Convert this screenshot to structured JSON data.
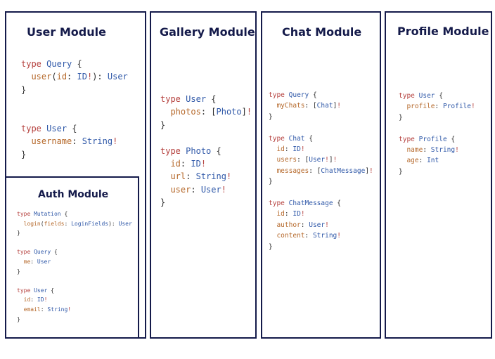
{
  "colors": {
    "border": "#141a4a",
    "title": "#141a4a",
    "keyword": "#b5413e",
    "type_name": "#2f58a8",
    "field": "#b5682a",
    "punctuation": "#2e2e2e",
    "marker": "#b5413e"
  },
  "modules": [
    {
      "title": "User Module",
      "lines": [
        [
          {
            "t": "kw",
            "v": "type"
          },
          {
            "t": "p",
            "v": " "
          },
          {
            "t": "ty",
            "v": "Query"
          },
          {
            "t": "p",
            "v": " {"
          }
        ],
        [
          {
            "t": "p",
            "v": "  "
          },
          {
            "t": "f",
            "v": "user"
          },
          {
            "t": "p",
            "v": "("
          },
          {
            "t": "f",
            "v": "id"
          },
          {
            "t": "p",
            "v": ": "
          },
          {
            "t": "ty",
            "v": "ID"
          },
          {
            "t": "m",
            "v": "!"
          },
          {
            "t": "p",
            "v": "): "
          },
          {
            "t": "ty",
            "v": "User"
          }
        ],
        [
          {
            "t": "p",
            "v": "}"
          }
        ],
        [
          {
            "t": "p",
            "v": " "
          }
        ],
        [
          {
            "t": "p",
            "v": " "
          }
        ],
        [
          {
            "t": "kw",
            "v": "type"
          },
          {
            "t": "p",
            "v": " "
          },
          {
            "t": "ty",
            "v": "User"
          },
          {
            "t": "p",
            "v": " {"
          }
        ],
        [
          {
            "t": "p",
            "v": "  "
          },
          {
            "t": "f",
            "v": "username"
          },
          {
            "t": "p",
            "v": ": "
          },
          {
            "t": "ty",
            "v": "String"
          },
          {
            "t": "m",
            "v": "!"
          }
        ],
        [
          {
            "t": "p",
            "v": "}"
          }
        ]
      ]
    },
    {
      "title": "Auth Module",
      "lines": [
        [
          {
            "t": "kw",
            "v": "type"
          },
          {
            "t": "p",
            "v": " "
          },
          {
            "t": "ty",
            "v": "Mutation"
          },
          {
            "t": "p",
            "v": " {"
          }
        ],
        [
          {
            "t": "p",
            "v": "  "
          },
          {
            "t": "f",
            "v": "login"
          },
          {
            "t": "p",
            "v": "("
          },
          {
            "t": "f",
            "v": "fields"
          },
          {
            "t": "p",
            "v": ": "
          },
          {
            "t": "ty",
            "v": "LoginFields"
          },
          {
            "t": "p",
            "v": "): "
          },
          {
            "t": "ty",
            "v": "User"
          }
        ],
        [
          {
            "t": "p",
            "v": "}"
          }
        ],
        [
          {
            "t": "p",
            "v": " "
          }
        ],
        [
          {
            "t": "kw",
            "v": "type"
          },
          {
            "t": "p",
            "v": " "
          },
          {
            "t": "ty",
            "v": "Query"
          },
          {
            "t": "p",
            "v": " {"
          }
        ],
        [
          {
            "t": "p",
            "v": "  "
          },
          {
            "t": "f",
            "v": "me"
          },
          {
            "t": "p",
            "v": ": "
          },
          {
            "t": "ty",
            "v": "User"
          }
        ],
        [
          {
            "t": "p",
            "v": "}"
          }
        ],
        [
          {
            "t": "p",
            "v": " "
          }
        ],
        [
          {
            "t": "kw",
            "v": "type"
          },
          {
            "t": "p",
            "v": " "
          },
          {
            "t": "ty",
            "v": "User"
          },
          {
            "t": "p",
            "v": " {"
          }
        ],
        [
          {
            "t": "p",
            "v": "  "
          },
          {
            "t": "f",
            "v": "id"
          },
          {
            "t": "p",
            "v": ": "
          },
          {
            "t": "ty",
            "v": "ID"
          },
          {
            "t": "m",
            "v": "!"
          }
        ],
        [
          {
            "t": "p",
            "v": "  "
          },
          {
            "t": "f",
            "v": "email"
          },
          {
            "t": "p",
            "v": ": "
          },
          {
            "t": "ty",
            "v": "String"
          },
          {
            "t": "m",
            "v": "!"
          }
        ],
        [
          {
            "t": "p",
            "v": "}"
          }
        ]
      ]
    },
    {
      "title": "Gallery Module",
      "lines": [
        [
          {
            "t": "kw",
            "v": "type"
          },
          {
            "t": "p",
            "v": " "
          },
          {
            "t": "ty",
            "v": "User"
          },
          {
            "t": "p",
            "v": " {"
          }
        ],
        [
          {
            "t": "p",
            "v": "  "
          },
          {
            "t": "f",
            "v": "photos"
          },
          {
            "t": "p",
            "v": ": ["
          },
          {
            "t": "ty",
            "v": "Photo"
          },
          {
            "t": "p",
            "v": "]"
          },
          {
            "t": "m",
            "v": "!"
          }
        ],
        [
          {
            "t": "p",
            "v": "}"
          }
        ],
        [
          {
            "t": "p",
            "v": " "
          }
        ],
        [
          {
            "t": "kw",
            "v": "type"
          },
          {
            "t": "p",
            "v": " "
          },
          {
            "t": "ty",
            "v": "Photo"
          },
          {
            "t": "p",
            "v": " {"
          }
        ],
        [
          {
            "t": "p",
            "v": "  "
          },
          {
            "t": "f",
            "v": "id"
          },
          {
            "t": "p",
            "v": ": "
          },
          {
            "t": "ty",
            "v": "ID"
          },
          {
            "t": "m",
            "v": "!"
          }
        ],
        [
          {
            "t": "p",
            "v": "  "
          },
          {
            "t": "f",
            "v": "url"
          },
          {
            "t": "p",
            "v": ": "
          },
          {
            "t": "ty",
            "v": "String"
          },
          {
            "t": "m",
            "v": "!"
          }
        ],
        [
          {
            "t": "p",
            "v": "  "
          },
          {
            "t": "f",
            "v": "user"
          },
          {
            "t": "p",
            "v": ": "
          },
          {
            "t": "ty",
            "v": "User"
          },
          {
            "t": "m",
            "v": "!"
          }
        ],
        [
          {
            "t": "p",
            "v": "}"
          }
        ]
      ]
    },
    {
      "title": "Chat Module",
      "lines": [
        [
          {
            "t": "kw",
            "v": "type"
          },
          {
            "t": "p",
            "v": " "
          },
          {
            "t": "ty",
            "v": "Query"
          },
          {
            "t": "p",
            "v": " {"
          }
        ],
        [
          {
            "t": "p",
            "v": "  "
          },
          {
            "t": "f",
            "v": "myChats"
          },
          {
            "t": "p",
            "v": ": ["
          },
          {
            "t": "ty",
            "v": "Chat"
          },
          {
            "t": "p",
            "v": "]"
          },
          {
            "t": "m",
            "v": "!"
          }
        ],
        [
          {
            "t": "p",
            "v": "}"
          }
        ],
        [
          {
            "t": "p",
            "v": " "
          }
        ],
        [
          {
            "t": "kw",
            "v": "type"
          },
          {
            "t": "p",
            "v": " "
          },
          {
            "t": "ty",
            "v": "Chat"
          },
          {
            "t": "p",
            "v": " {"
          }
        ],
        [
          {
            "t": "p",
            "v": "  "
          },
          {
            "t": "f",
            "v": "id"
          },
          {
            "t": "p",
            "v": ": "
          },
          {
            "t": "ty",
            "v": "ID"
          },
          {
            "t": "m",
            "v": "!"
          }
        ],
        [
          {
            "t": "p",
            "v": "  "
          },
          {
            "t": "f",
            "v": "users"
          },
          {
            "t": "p",
            "v": ": ["
          },
          {
            "t": "ty",
            "v": "User"
          },
          {
            "t": "m",
            "v": "!"
          },
          {
            "t": "p",
            "v": "]"
          },
          {
            "t": "m",
            "v": "!"
          }
        ],
        [
          {
            "t": "p",
            "v": "  "
          },
          {
            "t": "f",
            "v": "messages"
          },
          {
            "t": "p",
            "v": ": ["
          },
          {
            "t": "ty",
            "v": "ChatMessage"
          },
          {
            "t": "p",
            "v": "]"
          },
          {
            "t": "m",
            "v": "!"
          }
        ],
        [
          {
            "t": "p",
            "v": "}"
          }
        ],
        [
          {
            "t": "p",
            "v": " "
          }
        ],
        [
          {
            "t": "kw",
            "v": "type"
          },
          {
            "t": "p",
            "v": " "
          },
          {
            "t": "ty",
            "v": "ChatMessage"
          },
          {
            "t": "p",
            "v": " {"
          }
        ],
        [
          {
            "t": "p",
            "v": "  "
          },
          {
            "t": "f",
            "v": "id"
          },
          {
            "t": "p",
            "v": ": "
          },
          {
            "t": "ty",
            "v": "ID"
          },
          {
            "t": "m",
            "v": "!"
          }
        ],
        [
          {
            "t": "p",
            "v": "  "
          },
          {
            "t": "f",
            "v": "author"
          },
          {
            "t": "p",
            "v": ": "
          },
          {
            "t": "ty",
            "v": "User"
          },
          {
            "t": "m",
            "v": "!"
          }
        ],
        [
          {
            "t": "p",
            "v": "  "
          },
          {
            "t": "f",
            "v": "content"
          },
          {
            "t": "p",
            "v": ": "
          },
          {
            "t": "ty",
            "v": "String"
          },
          {
            "t": "m",
            "v": "!"
          }
        ],
        [
          {
            "t": "p",
            "v": "}"
          }
        ]
      ]
    },
    {
      "title": "Profile Module",
      "lines": [
        [
          {
            "t": "kw",
            "v": "type"
          },
          {
            "t": "p",
            "v": " "
          },
          {
            "t": "ty",
            "v": "User"
          },
          {
            "t": "p",
            "v": " {"
          }
        ],
        [
          {
            "t": "p",
            "v": "  "
          },
          {
            "t": "f",
            "v": "profile"
          },
          {
            "t": "p",
            "v": ": "
          },
          {
            "t": "ty",
            "v": "Profile"
          },
          {
            "t": "m",
            "v": "!"
          }
        ],
        [
          {
            "t": "p",
            "v": "}"
          }
        ],
        [
          {
            "t": "p",
            "v": " "
          }
        ],
        [
          {
            "t": "kw",
            "v": "type"
          },
          {
            "t": "p",
            "v": " "
          },
          {
            "t": "ty",
            "v": "Profile"
          },
          {
            "t": "p",
            "v": " {"
          }
        ],
        [
          {
            "t": "p",
            "v": "  "
          },
          {
            "t": "f",
            "v": "name"
          },
          {
            "t": "p",
            "v": ": "
          },
          {
            "t": "ty",
            "v": "String"
          },
          {
            "t": "m",
            "v": "!"
          }
        ],
        [
          {
            "t": "p",
            "v": "  "
          },
          {
            "t": "f",
            "v": "age"
          },
          {
            "t": "p",
            "v": ": "
          },
          {
            "t": "ty",
            "v": "Int"
          }
        ],
        [
          {
            "t": "p",
            "v": "}"
          }
        ]
      ]
    }
  ]
}
